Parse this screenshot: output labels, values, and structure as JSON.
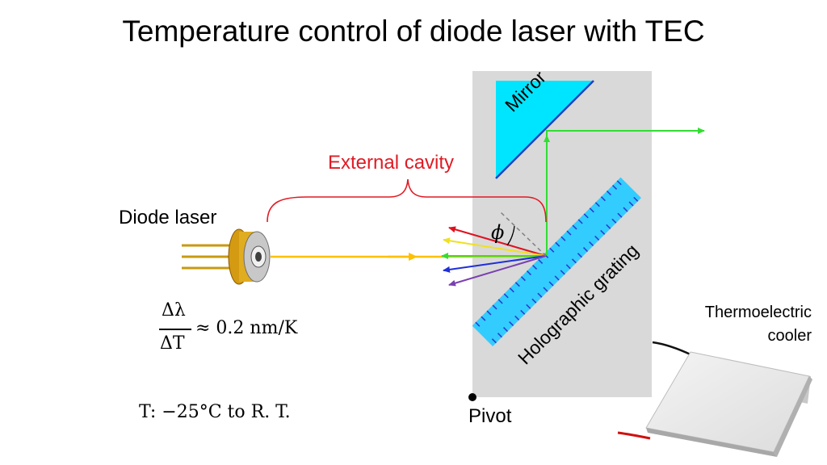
{
  "title": "Temperature control of diode laser with TEC",
  "labels": {
    "external_cavity": "External cavity",
    "diode_laser": "Diode laser",
    "mirror": "Mirror",
    "grating": "Holographic grating",
    "tec_line1": "Thermoelectric",
    "tec_line2": "cooler",
    "pivot": "Pivot",
    "angle_symbol": "ϕ"
  },
  "equations": {
    "numerator": "Δλ",
    "denominator": "ΔT",
    "rhs": "≈ 0.2 nm/K",
    "temperature_range": "T: −25°C to R. T."
  },
  "colors": {
    "plate": "#d9d9d9",
    "mirror": "#00e5ff",
    "mirror_edge": "#1f3fbf",
    "grating": "#33ccff",
    "grating_lines": "#2a3fd0",
    "beam_input": "#ffc000",
    "beam_output": "#33dd33",
    "cavity_label": "#e01b24",
    "diffracted": [
      "#e0101f",
      "#f0e020",
      "#33dd33",
      "#1f2fd8",
      "#7a3fb0"
    ]
  }
}
